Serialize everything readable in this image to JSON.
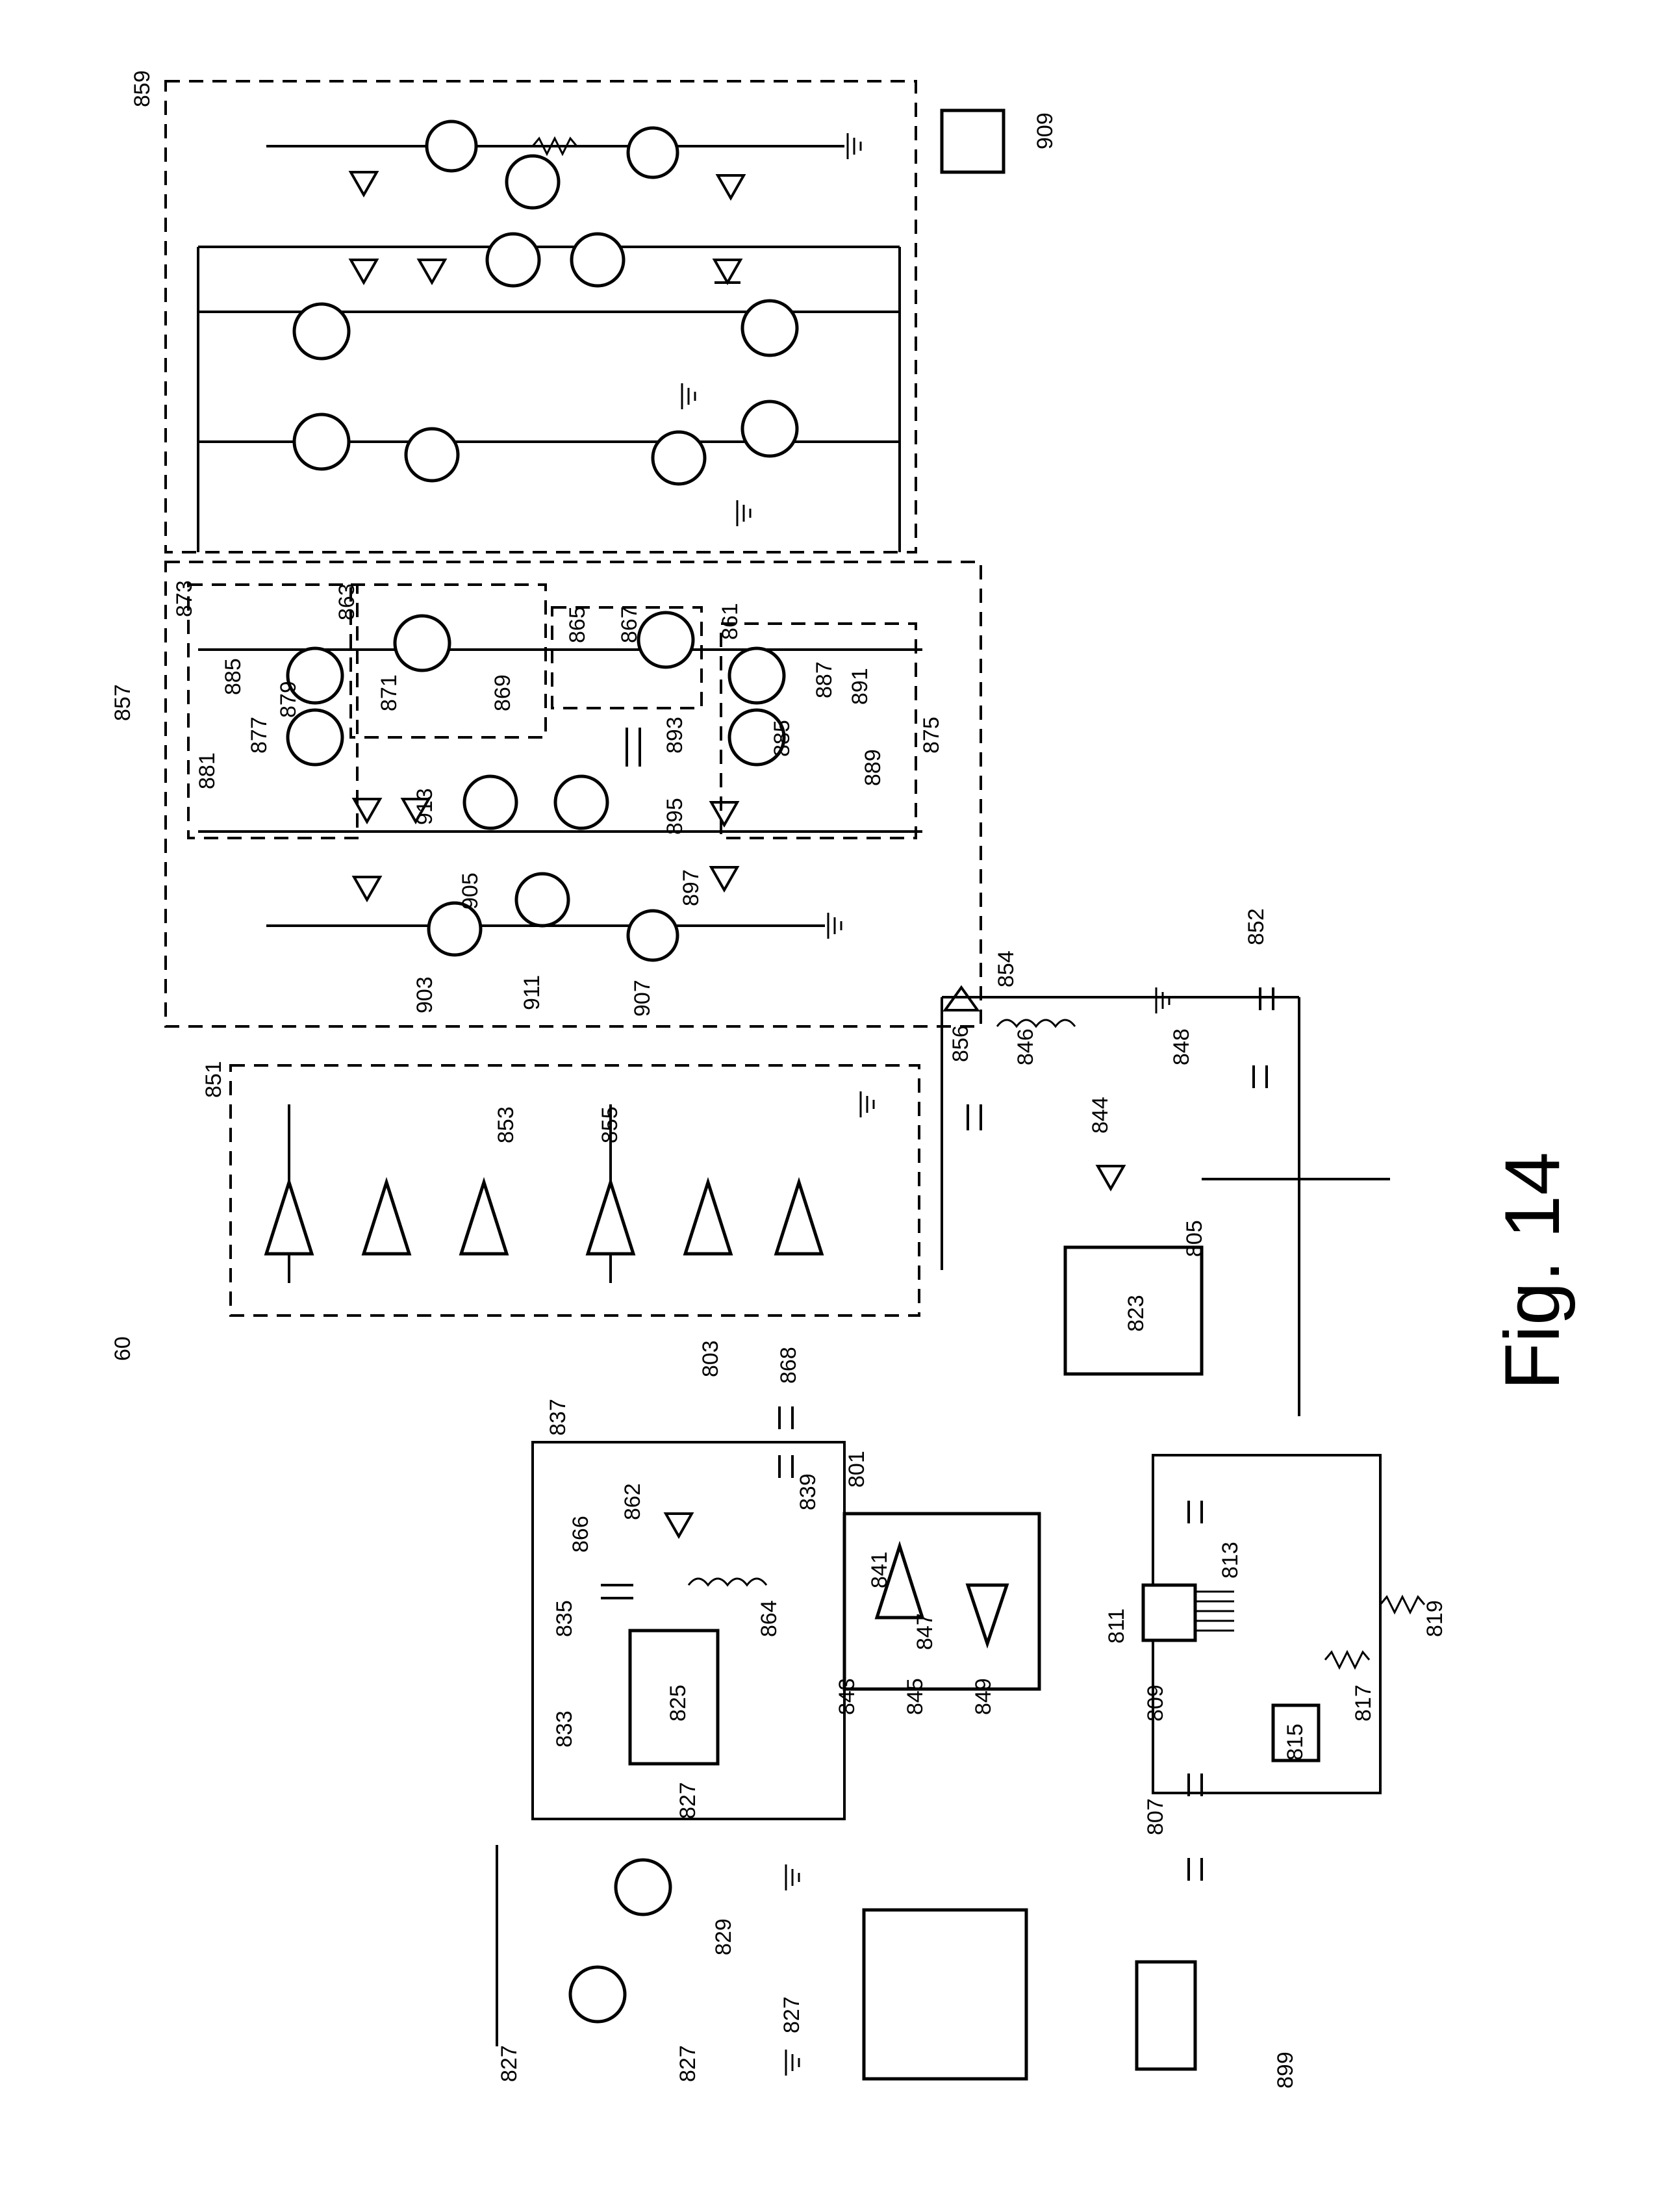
{
  "figure_title": "Fig. 14",
  "labels": {
    "l60": "60",
    "l801": "801",
    "l803": "803",
    "l805": "805",
    "l807": "807",
    "l809": "809",
    "l811": "811",
    "l813": "813",
    "l815": "815",
    "l817": "817",
    "l819": "819",
    "l823": "823",
    "l825": "825",
    "l827": "827",
    "l829": "829",
    "l833": "833",
    "l835": "835",
    "l837": "837",
    "l839": "839",
    "l841": "841",
    "l843": "843",
    "l844": "844",
    "l845": "845",
    "l846": "846",
    "l847": "847",
    "l848": "848",
    "l849": "849",
    "l851": "851",
    "l852": "852",
    "l853": "853",
    "l854": "854",
    "l855": "855",
    "l856": "856",
    "l857": "857",
    "l859": "859",
    "l861": "861",
    "l862": "862",
    "l863": "863",
    "l864": "864",
    "l865": "865",
    "l866": "866",
    "l867": "867",
    "l868": "868",
    "l869": "869",
    "l871": "871",
    "l873": "873",
    "l875": "875",
    "l877": "877",
    "l879": "879",
    "l881": "881",
    "l885": "885",
    "l887": "887",
    "l889": "889",
    "l891": "891",
    "l893": "893",
    "l895": "895",
    "l897": "897",
    "l899": "899",
    "l903": "903",
    "l905": "905",
    "l907": "907",
    "l909": "909",
    "l911": "911",
    "l913": "913"
  }
}
